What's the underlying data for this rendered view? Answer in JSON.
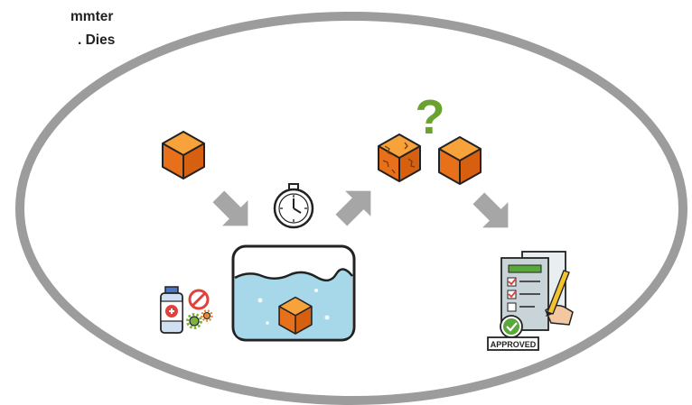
{
  "background_text": {
    "line1": "mmter",
    "line2": ". Dies"
  },
  "diagram": {
    "question_mark": "?",
    "stamp_label": "APPROVED",
    "colors": {
      "ellipse": "#9c9c9c",
      "cube_top": "#f7a23a",
      "cube_left": "#e8701a",
      "cube_right": "#d65f10",
      "arrow": "#a6a6a6",
      "question": "#6aa12f",
      "water": "#a7d8ea",
      "outline": "#222222",
      "check": "#58a83a",
      "clipboard": "#c9d4d9"
    },
    "icons": [
      "cube-icon",
      "arrow-icon",
      "stopwatch-icon",
      "water-tank-icon",
      "medicine-bottle-icon",
      "no-sign-icon",
      "gear-icon",
      "damaged-cube-icon",
      "question-mark-icon",
      "approved-document-icon"
    ]
  }
}
